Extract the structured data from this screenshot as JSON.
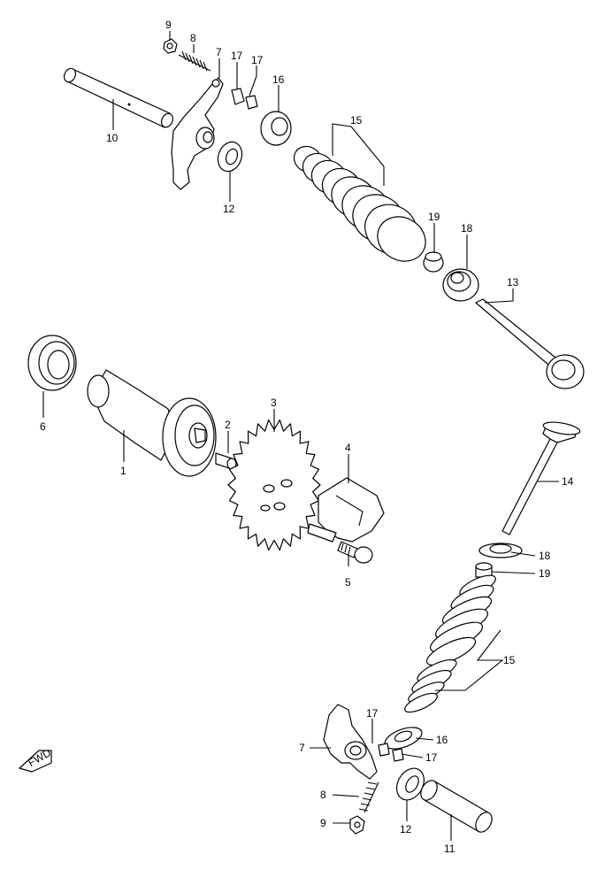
{
  "diagram": {
    "callouts": [
      {
        "id": "lbl-9-top",
        "text": "9"
      },
      {
        "id": "lbl-8-top",
        "text": "8"
      },
      {
        "id": "lbl-7-top",
        "text": "7"
      },
      {
        "id": "lbl-17-top-a",
        "text": "17"
      },
      {
        "id": "lbl-17-top-b",
        "text": "17"
      },
      {
        "id": "lbl-16-top",
        "text": "16"
      },
      {
        "id": "lbl-10",
        "text": "10"
      },
      {
        "id": "lbl-15-top",
        "text": "15"
      },
      {
        "id": "lbl-12-top",
        "text": "12"
      },
      {
        "id": "lbl-19-top",
        "text": "19"
      },
      {
        "id": "lbl-18-top",
        "text": "18"
      },
      {
        "id": "lbl-13",
        "text": "13"
      },
      {
        "id": "lbl-6",
        "text": "6"
      },
      {
        "id": "lbl-3",
        "text": "3"
      },
      {
        "id": "lbl-2",
        "text": "2"
      },
      {
        "id": "lbl-1",
        "text": "1"
      },
      {
        "id": "lbl-4",
        "text": "4"
      },
      {
        "id": "lbl-5",
        "text": "5"
      },
      {
        "id": "lbl-14",
        "text": "14"
      },
      {
        "id": "lbl-18-bot",
        "text": "18"
      },
      {
        "id": "lbl-19-bot",
        "text": "19"
      },
      {
        "id": "lbl-15-bot",
        "text": "15"
      },
      {
        "id": "lbl-17-bot-a",
        "text": "17"
      },
      {
        "id": "lbl-16-bot",
        "text": "16"
      },
      {
        "id": "lbl-17-bot-b",
        "text": "17"
      },
      {
        "id": "lbl-7-bot",
        "text": "7"
      },
      {
        "id": "lbl-8-bot",
        "text": "8"
      },
      {
        "id": "lbl-9-bot",
        "text": "9"
      },
      {
        "id": "lbl-12-bot",
        "text": "12"
      },
      {
        "id": "lbl-11",
        "text": "11"
      }
    ],
    "fwd_mark": "FWD"
  }
}
